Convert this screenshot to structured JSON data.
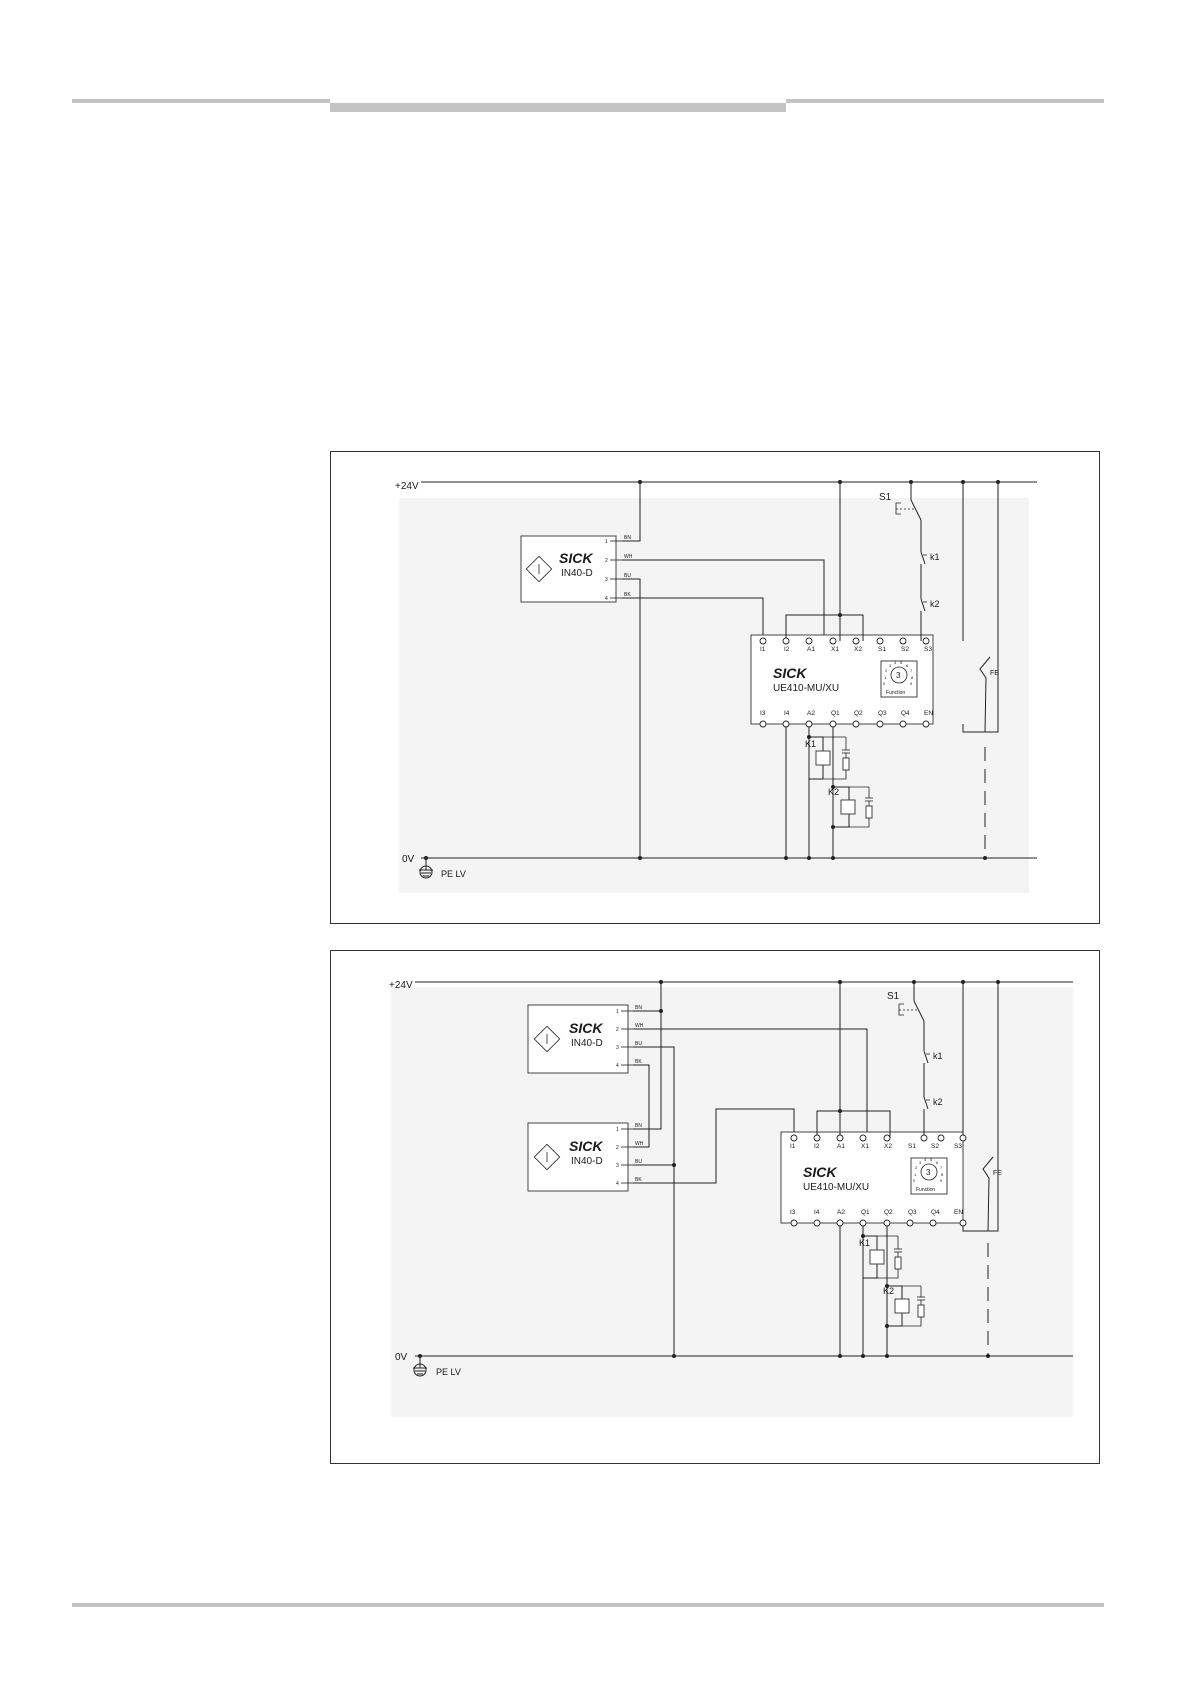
{
  "supply": {
    "pos": "+24V",
    "neg": "0V",
    "earth": "PE LV"
  },
  "sensor": {
    "brand": "SICK",
    "model": "IN40-D",
    "wires": [
      "BN",
      "WH",
      "BU",
      "BK"
    ],
    "pins": [
      "1",
      "2",
      "3",
      "4"
    ]
  },
  "controller": {
    "brand": "SICK",
    "model": "UE410-MU/XU",
    "top_terminals": [
      "I1",
      "I2",
      "A1",
      "X1",
      "X2",
      "S1",
      "S2",
      "S3"
    ],
    "bottom_terminals": [
      "I3",
      "I4",
      "A2",
      "Q1",
      "Q2",
      "Q3",
      "Q4",
      "EN"
    ],
    "switch_value": "3",
    "switch_label": "Function",
    "switch_digits": [
      "0",
      "1",
      "2",
      "3",
      "4",
      "5",
      "6",
      "7",
      "8",
      "9"
    ]
  },
  "components": {
    "reset": "S1",
    "contact1": "k1",
    "contact2": "k2",
    "relay1": "K1",
    "relay2": "K2",
    "fe": "FE"
  }
}
